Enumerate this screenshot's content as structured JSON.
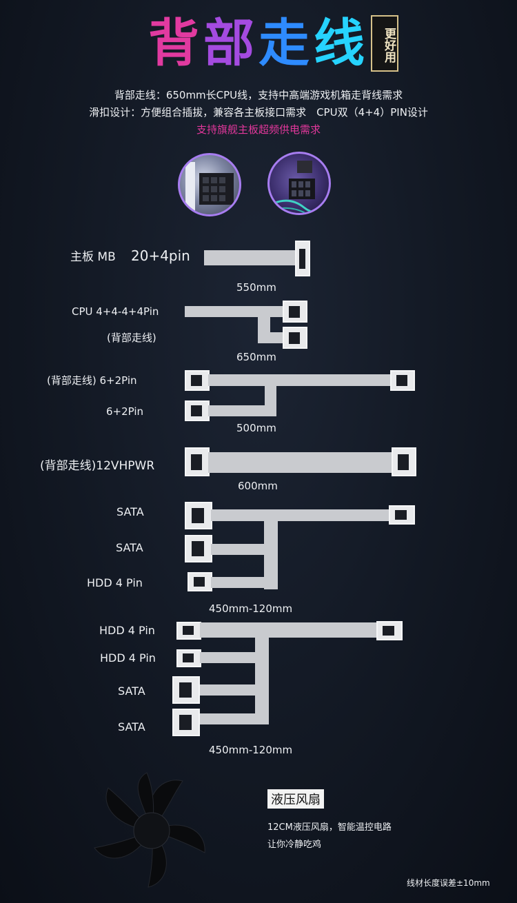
{
  "title": [
    "背",
    "部",
    "走",
    "线"
  ],
  "seal": "更好用",
  "desc": [
    "背部走线：650mm长CPU线，支持中高端游戏机箱走背线需求",
    "滑扣设计：方便组合插拔，兼容各主板接口需求　CPU双（4+4）PIN设计",
    "支持旗舰主板超频供电需求"
  ],
  "cables": {
    "mb": {
      "label1": "主板 MB",
      "label2": "20+4pin",
      "length": "550mm"
    },
    "cpu": {
      "label1": "CPU 4+4-4+4Pin",
      "label2": "(背部走线)",
      "length": "650mm"
    },
    "pcie": {
      "label1": "(背部走线) 6+2Pin",
      "label2": "6+2Pin",
      "length": "500mm"
    },
    "hpwr": {
      "label1": "(背部走线)12VHPWR",
      "length": "600mm"
    },
    "sata1": {
      "labels": [
        "SATA",
        "SATA",
        "HDD 4 Pin"
      ],
      "length": "450mm-120mm"
    },
    "sata2": {
      "labels": [
        "HDD 4 Pin",
        "HDD 4 Pin",
        "SATA",
        "SATA"
      ],
      "length": "450mm-120mm"
    }
  },
  "fan": {
    "title": "液压风扇",
    "line1": "12CM液压风扇，智能温控电路",
    "line2": "让你冷静吃鸡"
  },
  "note": "线材长度误差±10mm",
  "colors": {
    "magenta": "#e13aa0",
    "purple": "#a44be0",
    "blue": "#2e8bff",
    "cyan": "#26d3ff",
    "cable": "#c9cbcf"
  }
}
